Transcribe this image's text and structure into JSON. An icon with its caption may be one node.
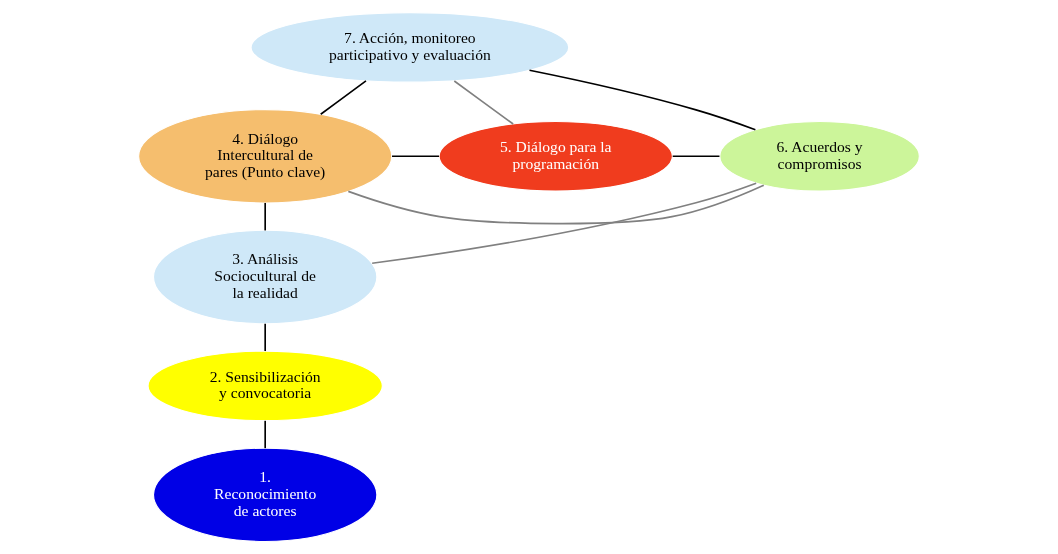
{
  "diagram": {
    "nodes": [
      {
        "text": [
          "1. Reconocimiento de actores"
        ]
      },
      {
        "text": [
          "2. Sensibilización y convocatoria"
        ]
      },
      {
        "text": [
          "3. Análisis Sociocultural de la realidad"
        ]
      },
      {
        "text": [
          "4. Diálogo Intercultural de pares (Punto clave)"
        ]
      },
      {
        "text": [
          "5. Diálogo para la programación"
        ]
      },
      {
        "text": [
          "6. Acuerdos y compromisos"
        ]
      },
      {
        "text": [
          "7. Acción, monitoreo participativo y evaluación"
        ]
      }
    ],
    "edges": [
      {
        "from": 0,
        "to": 1,
        "arrow": "none"
      },
      {
        "from": 1,
        "to": 2,
        "arrow": "none"
      },
      {
        "from": 2,
        "to": 3,
        "arrow": "none"
      },
      {
        "from": 3,
        "to": 4,
        "arrow": "none"
      },
      {
        "from": 4,
        "to": 5,
        "arrow": "none"
      },
      {
        "from": 3,
        "to": 5,
        "arrow": "none",
        "color": "#808080"
      },
      {
        "from": 3,
        "to": 6,
        "arrow": "none"
      },
      {
        "from": 4,
        "to": 6,
        "arrow": "none",
        "color": "#808080"
      },
      {
        "from": 2,
        "to": 5,
        "arrow": "none",
        "color": "#808080"
      },
      {
        "from": 5,
        "to": 6,
        "arrow": "none"
      }
    ]
  }
}
